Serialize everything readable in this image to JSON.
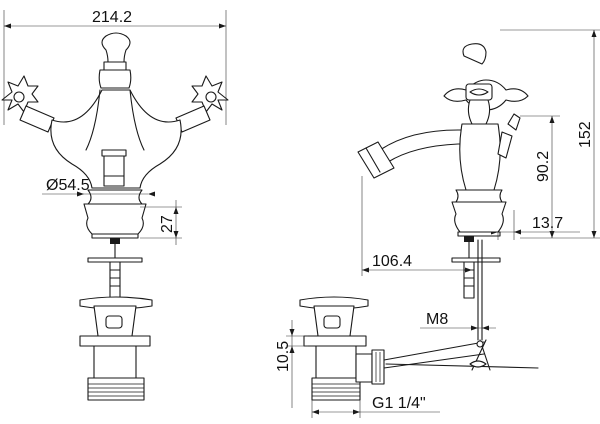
{
  "dimensions": {
    "overall_width": "214.2",
    "base_diameter": "Ø54.5",
    "base_height": "27",
    "overall_height": "152",
    "spout_height": "90.2",
    "lift_rod_offset": "13.7",
    "spout_reach": "106.4",
    "thread_size": "M8",
    "waste_height": "10.5",
    "waste_thread": "G1 1/4\""
  }
}
